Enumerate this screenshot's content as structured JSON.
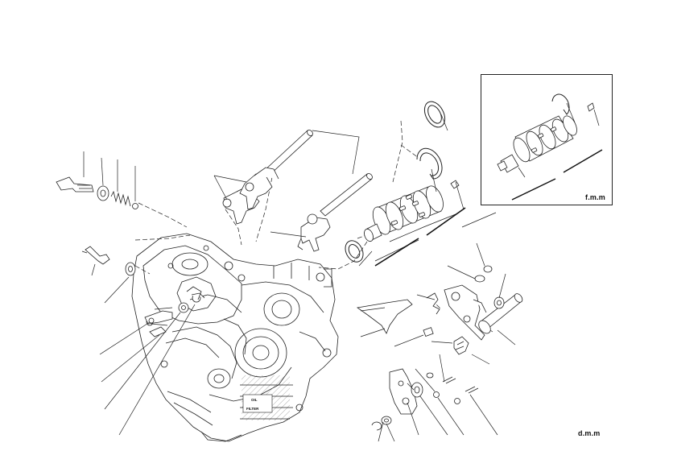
{
  "diagram": {
    "inset_label": "f.m.m",
    "main_label": "d.m.m",
    "case_marking_top": "OIL",
    "case_marking_bottom": "FILTER"
  },
  "colors": {
    "line": "#222222",
    "background": "#ffffff",
    "hatch": "#777777"
  }
}
